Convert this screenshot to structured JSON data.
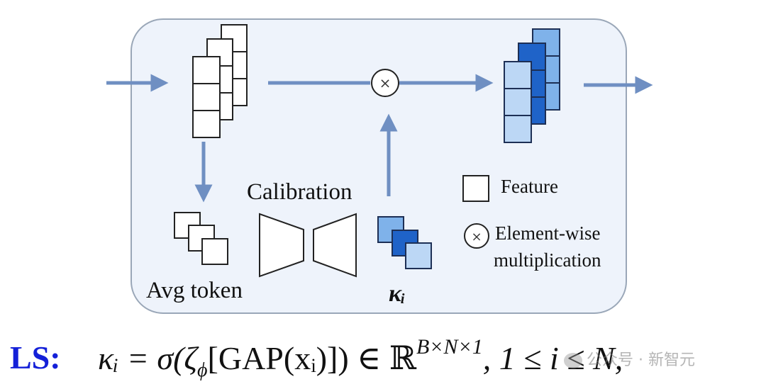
{
  "labels": {
    "calibration": "Calibration",
    "avg_token": "Avg token",
    "kappa_i": "κᵢ"
  },
  "legend": {
    "feature": "Feature",
    "elementwise_line1": "Element-wise",
    "elementwise_line2": "multiplication",
    "multiply_symbol": "×"
  },
  "formula": {
    "tag": "LS:",
    "lhs": "κᵢ = σ(ζ",
    "phi": "ϕ",
    "body": "[GAP(xᵢ)]) ∈ ℝ",
    "superscript": "B×N×1",
    "tail": ", 1 ≤ i ≤ N,"
  },
  "watermark": {
    "text": "公众号 · 新智元"
  },
  "colors": {
    "panel_fill": "#eef3fb",
    "panel_stroke": "#9aa7b8",
    "arrow": "#6f8fc2",
    "light_blue": "#bcd7f5",
    "mid_blue": "#7fb2ea",
    "dark_blue": "#1f63c8",
    "tag_blue": "#1420d8"
  }
}
